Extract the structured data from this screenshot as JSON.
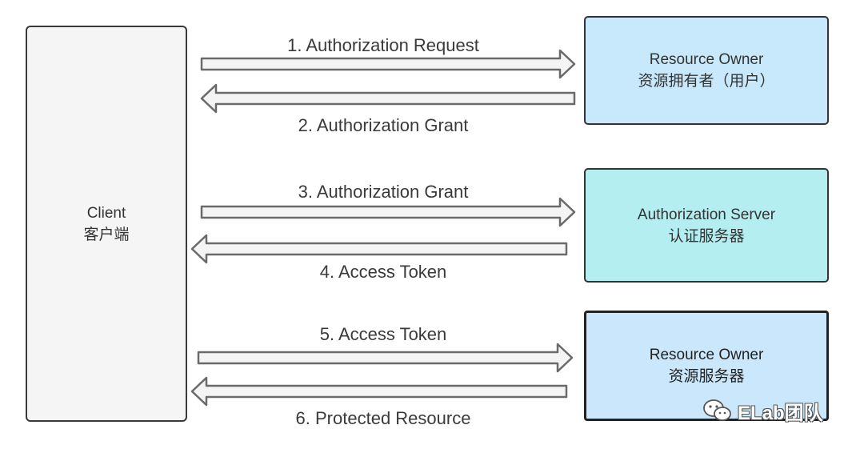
{
  "client": {
    "line1": "Client",
    "line2": "客户端"
  },
  "nodes": {
    "resource_owner": {
      "line1": "Resource Owner",
      "line2": "资源拥有者（用户）"
    },
    "auth_server": {
      "line1": "Authorization Server",
      "line2": "认证服务器"
    },
    "resource_server": {
      "line1": "Resource Owner",
      "line2": "资源服务器"
    }
  },
  "steps": [
    {
      "label": "1. Authorization Request"
    },
    {
      "label": "2. Authorization Grant"
    },
    {
      "label": "3. Authorization Grant"
    },
    {
      "label": "4. Access Token"
    },
    {
      "label": "5. Access Token"
    },
    {
      "label": "6. Protected Resource"
    }
  ],
  "watermark": {
    "text": "ELab团队",
    "icon": "wechat-icon"
  },
  "colors": {
    "client_fill": "#f5f5f5",
    "resource_owner_fill": "#c8e8fb",
    "auth_server_fill": "#b4eef0",
    "resource_server_fill": "#cbe7fb",
    "arrow_stroke": "#6a6a6a"
  }
}
